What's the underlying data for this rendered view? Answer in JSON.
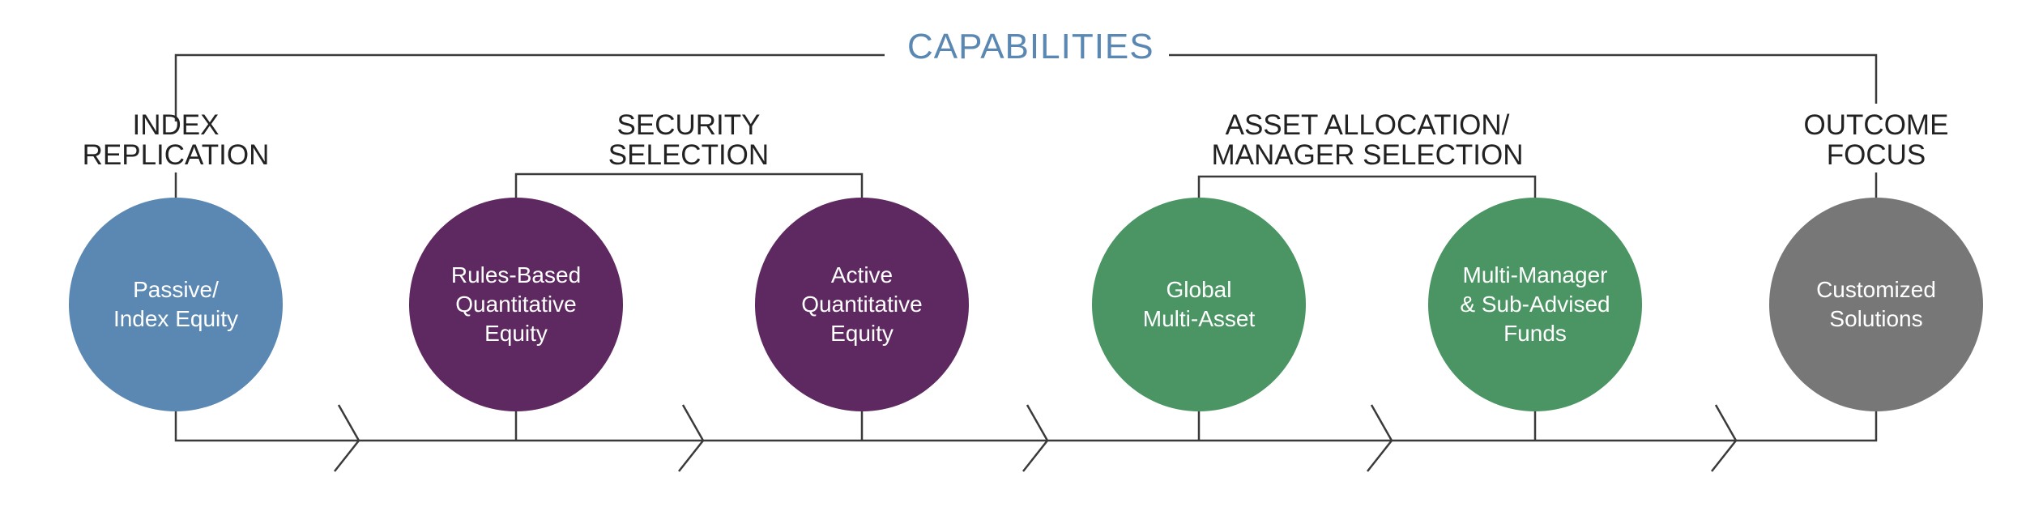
{
  "title": "CAPABILITIES",
  "colors": {
    "line": "#3a3a3a",
    "title": "#5b88b2",
    "blue": "#5b88b2",
    "purple": "#5e2860",
    "green": "#4a9563",
    "gray": "#777777"
  },
  "headings": [
    {
      "line1": "INDEX",
      "line2": "REPLICATION"
    },
    {
      "line1": "SECURITY",
      "line2": "SELECTION"
    },
    {
      "line1": "ASSET ALLOCATION/",
      "line2": "MANAGER SELECTION"
    },
    {
      "line1": "OUTCOME",
      "line2": "FOCUS"
    }
  ],
  "nodes": [
    {
      "lines": [
        "Passive/",
        "Index Equity"
      ],
      "color": "#5b88b2"
    },
    {
      "lines": [
        "Rules-Based",
        "Quantitative",
        "Equity"
      ],
      "color": "#5e2860"
    },
    {
      "lines": [
        "Active",
        "Quantitative",
        "Equity"
      ],
      "color": "#5e2860"
    },
    {
      "lines": [
        "Global",
        "Multi-Asset"
      ],
      "color": "#4a9563"
    },
    {
      "lines": [
        "Multi-Manager",
        "& Sub-Advised",
        "Funds"
      ],
      "color": "#4a9563"
    },
    {
      "lines": [
        "Customized",
        "Solutions"
      ],
      "color": "#777777"
    }
  ]
}
